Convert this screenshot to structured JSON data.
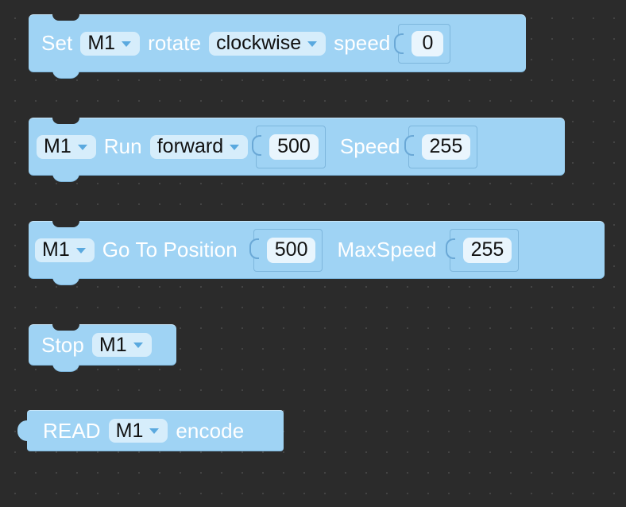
{
  "blocks": {
    "motor_rotate": {
      "label_set": "Set",
      "motor": "M1",
      "label_rotate": "rotate",
      "direction": "clockwise",
      "label_speed": "speed",
      "speed_value": "0"
    },
    "motor_run": {
      "motor": "M1",
      "label_run": "Run",
      "direction": "forward",
      "steps_value": "500",
      "label_speed": "Speed",
      "speed_value": "255"
    },
    "motor_goto": {
      "motor": "M1",
      "label_goto": "Go To Position",
      "position_value": "500",
      "label_maxspeed": "MaxSpeed",
      "maxspeed_value": "255"
    },
    "motor_stop": {
      "label_stop": "Stop",
      "motor": "M1"
    },
    "motor_read": {
      "label_read": "READ",
      "motor": "M1",
      "label_encode": "encode"
    }
  },
  "colors": {
    "workspace": "#2b2b2b",
    "block": "#9fd3f4",
    "dropdown": "#d6edfb",
    "field": "#e9f5fd"
  }
}
